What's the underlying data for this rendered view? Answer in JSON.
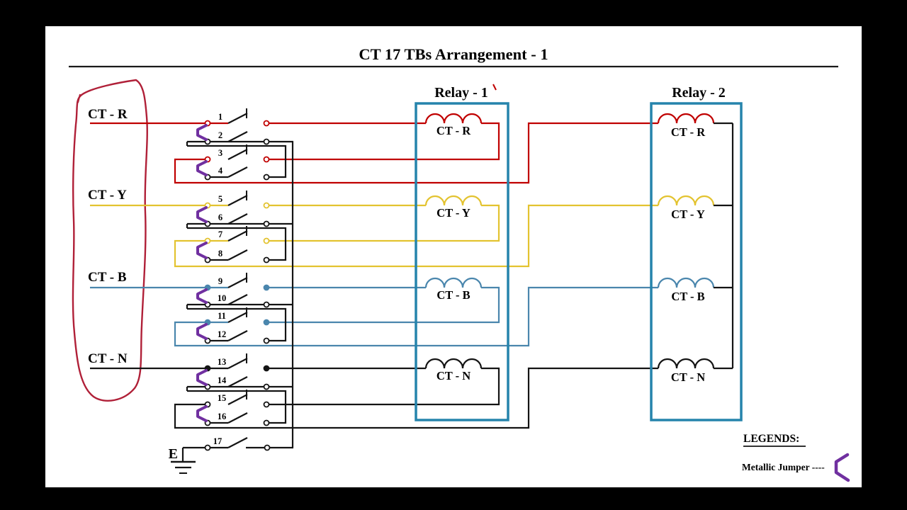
{
  "title": "CT 17 TBs Arrangement - 1",
  "ct_inputs": [
    {
      "label": "CT - R",
      "color": "#C00000"
    },
    {
      "label": "CT - Y",
      "color": "#E3C330"
    },
    {
      "label": "CT - B",
      "color": "#4A86AD"
    },
    {
      "label": "CT - N",
      "color": "#141414"
    }
  ],
  "terminal_numbers": [
    "1",
    "2",
    "3",
    "4",
    "5",
    "6",
    "7",
    "8",
    "9",
    "10",
    "11",
    "12",
    "13",
    "14",
    "15",
    "16",
    "17"
  ],
  "relay1": {
    "title": "Relay - 1",
    "tick_mark": "'",
    "coils": [
      "CT - R",
      "CT - Y",
      "CT - B",
      "CT - N"
    ]
  },
  "relay2": {
    "title": "Relay - 2",
    "coils": [
      "CT - R",
      "CT - Y",
      "CT - B",
      "CT - N"
    ]
  },
  "earth": {
    "label": "E"
  },
  "legend": {
    "heading": "LEGENDS:",
    "jumper_label": "Metallic Jumper ----"
  },
  "colors": {
    "relay_box": "#2584AC",
    "metallic_jumper": "#7030A0",
    "annotation_circle": "#B02038",
    "phase_r": "#C00000",
    "phase_y": "#E3C330",
    "phase_b": "#4A86AD",
    "neutral": "#141414"
  }
}
